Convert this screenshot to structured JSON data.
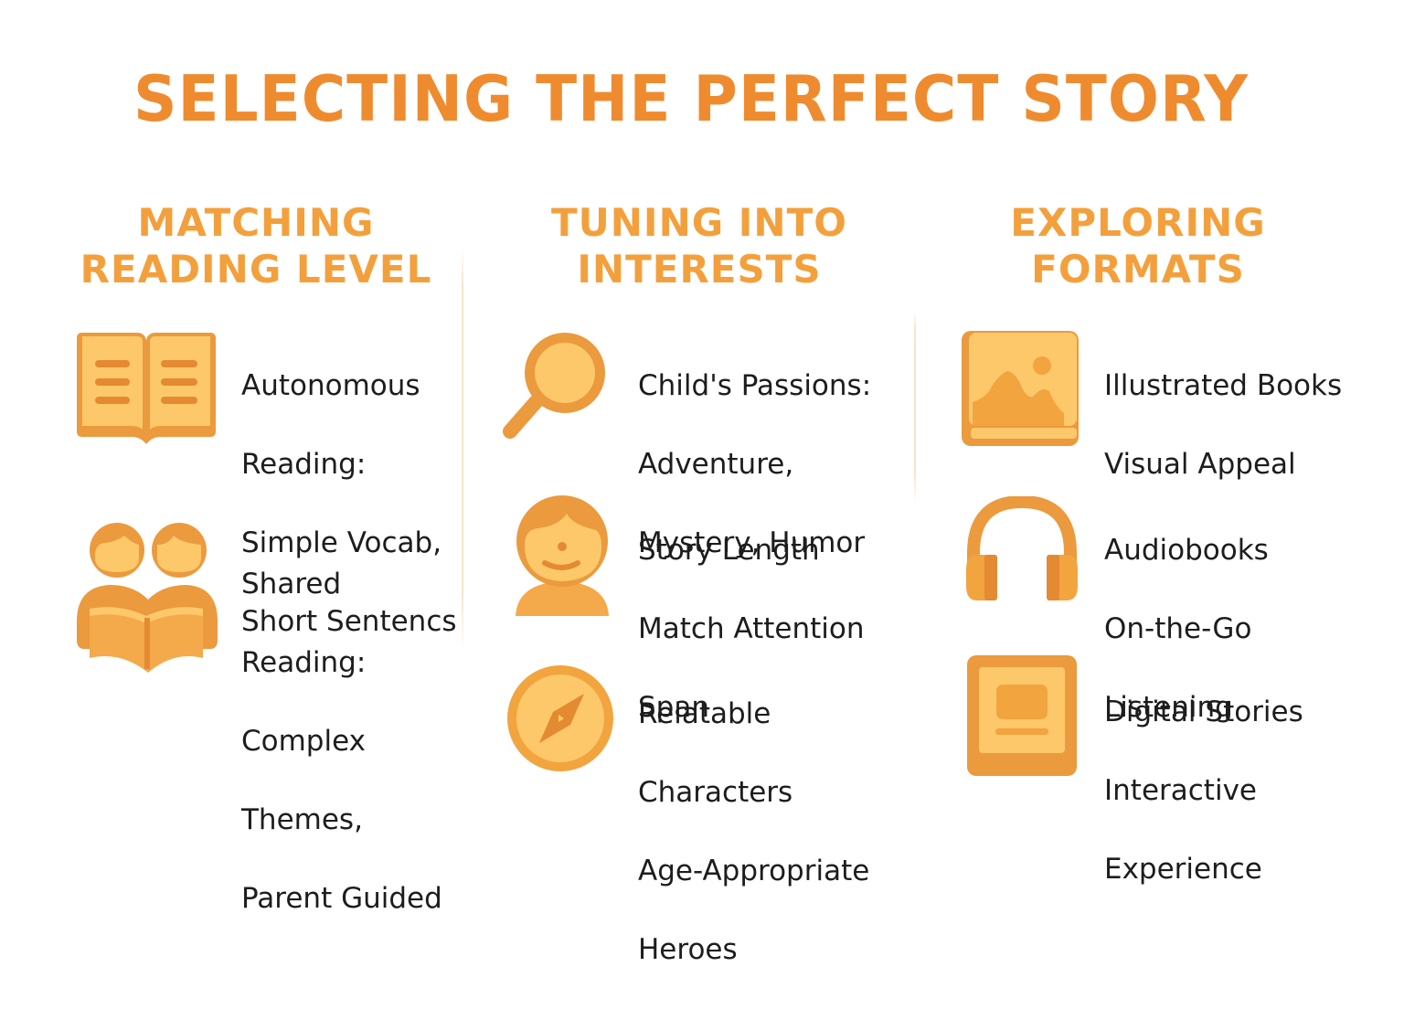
{
  "title": "SELECTING THE PERFECT STORY",
  "colors": {
    "title": "#EF8B2F",
    "heading": "#F3A03C",
    "icon_dark": "#EB9A3E",
    "icon_light": "#FDC86A",
    "icon_accent": "#E48A32",
    "text": "#1D1D1D",
    "divider": "#FBE3C8"
  },
  "columns": [
    {
      "heading": [
        "MATCHING",
        "READING LEVEL"
      ],
      "items": [
        {
          "icon": "open-book-icon",
          "lines": [
            "Autonomous",
            "Reading:",
            "Simple Vocab,",
            "Short Sentencs"
          ]
        },
        {
          "icon": "shared-reading-icon",
          "lines": [
            "Shared",
            "Reading:",
            "Complex",
            "Themes,",
            "Parent Guided"
          ]
        }
      ]
    },
    {
      "heading": [
        "TUNING INTO",
        "INTERESTS"
      ],
      "items": [
        {
          "icon": "magnifying-glass-icon",
          "lines": [
            "Child's Passions:",
            "Adventure,",
            "Mystery, Humor"
          ]
        },
        {
          "icon": "child-face-icon",
          "lines": [
            "Story Length",
            "Match Attention",
            "Span"
          ]
        },
        {
          "icon": "compass-icon",
          "lines": [
            "Relatable",
            "Characters",
            "Age-Appropriate",
            "Heroes"
          ]
        }
      ]
    },
    {
      "heading": [
        "EXPLORING",
        "FORMATS"
      ],
      "items": [
        {
          "icon": "picture-book-icon",
          "lines": [
            "Illustrated Books",
            "Visual Appeal"
          ]
        },
        {
          "icon": "headphones-icon",
          "lines": [
            "Audiobooks",
            "On-the-Go",
            "Listening"
          ]
        },
        {
          "icon": "tablet-icon",
          "lines": [
            "Digital Stories",
            "Interactive",
            "Experience"
          ]
        }
      ]
    }
  ]
}
